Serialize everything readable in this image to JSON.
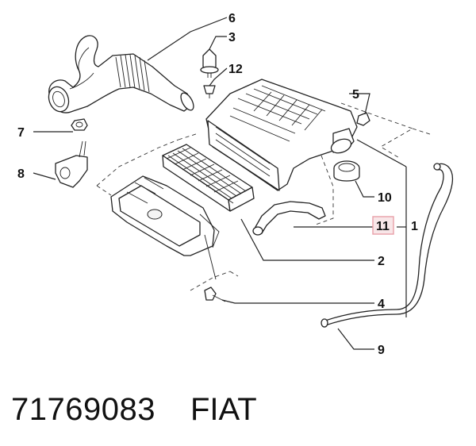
{
  "callouts": {
    "c1": "1",
    "c2": "2",
    "c3": "3",
    "c4": "4",
    "c5": "5",
    "c6": "6",
    "c7": "7",
    "c8": "8",
    "c9": "9",
    "c10": "10",
    "c11": "11",
    "c12": "12"
  },
  "highlight_color": "#e8a0a8",
  "footer": {
    "part_number": "71769083",
    "brand": "FIAT"
  }
}
